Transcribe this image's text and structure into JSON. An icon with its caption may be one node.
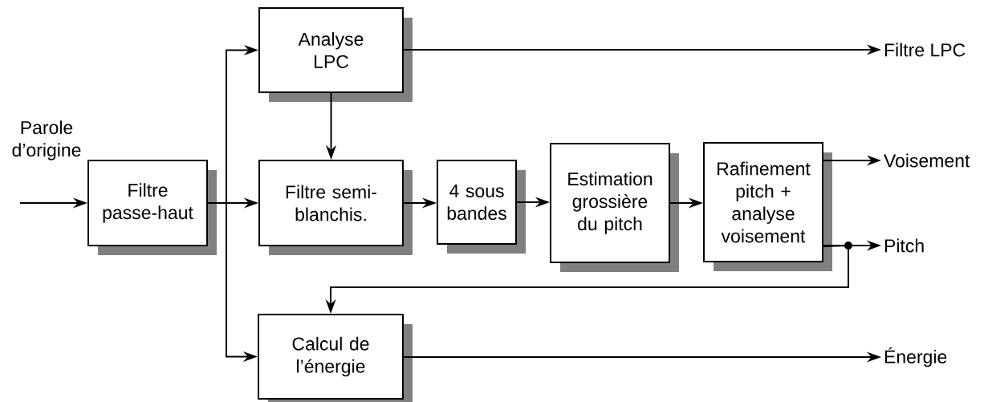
{
  "diagram": {
    "nodes": [
      {
        "text": [
          "Filtre passe-haut"
        ]
      },
      {
        "text": [
          "Analyse LPC"
        ]
      },
      {
        "text": [
          "Filtre semi-blanchis."
        ]
      },
      {
        "text": [
          "4 sous bandes"
        ]
      },
      {
        "text": [
          "Estimation grossière du pitch"
        ]
      },
      {
        "text": [
          "Rafinement pitch + analyse voisement"
        ]
      },
      {
        "text": [
          "Calcul de l’énergie"
        ]
      },
      {
        "text": [
          "Filtre LPC"
        ]
      },
      {
        "text": [
          "Voisement"
        ]
      },
      {
        "text": [
          "Pitch"
        ]
      },
      {
        "text": [
          "Énergie"
        ]
      }
    ],
    "edges": [
      {
        "from": null,
        "to": 0,
        "arrow": "to"
      },
      {
        "from": 0,
        "to": 1,
        "arrow": "to"
      },
      {
        "from": 0,
        "to": 2,
        "arrow": "to"
      },
      {
        "from": 0,
        "to": 6,
        "arrow": "to"
      },
      {
        "from": 1,
        "to": 2,
        "arrow": "to"
      },
      {
        "from": 2,
        "to": 3,
        "arrow": "to"
      },
      {
        "from": 3,
        "to": 4,
        "arrow": "to"
      },
      {
        "from": 4,
        "to": 5,
        "arrow": "to"
      },
      {
        "from": 1,
        "to": 7,
        "arrow": "to"
      },
      {
        "from": 5,
        "to": 8,
        "arrow": "to"
      },
      {
        "from": 5,
        "to": 9,
        "arrow": "to"
      },
      {
        "from": 5,
        "to": 6,
        "arrow": "to"
      },
      {
        "from": 6,
        "to": 10,
        "arrow": "to"
      }
    ],
    "labels": [
      "Parole d’origine"
    ]
  }
}
